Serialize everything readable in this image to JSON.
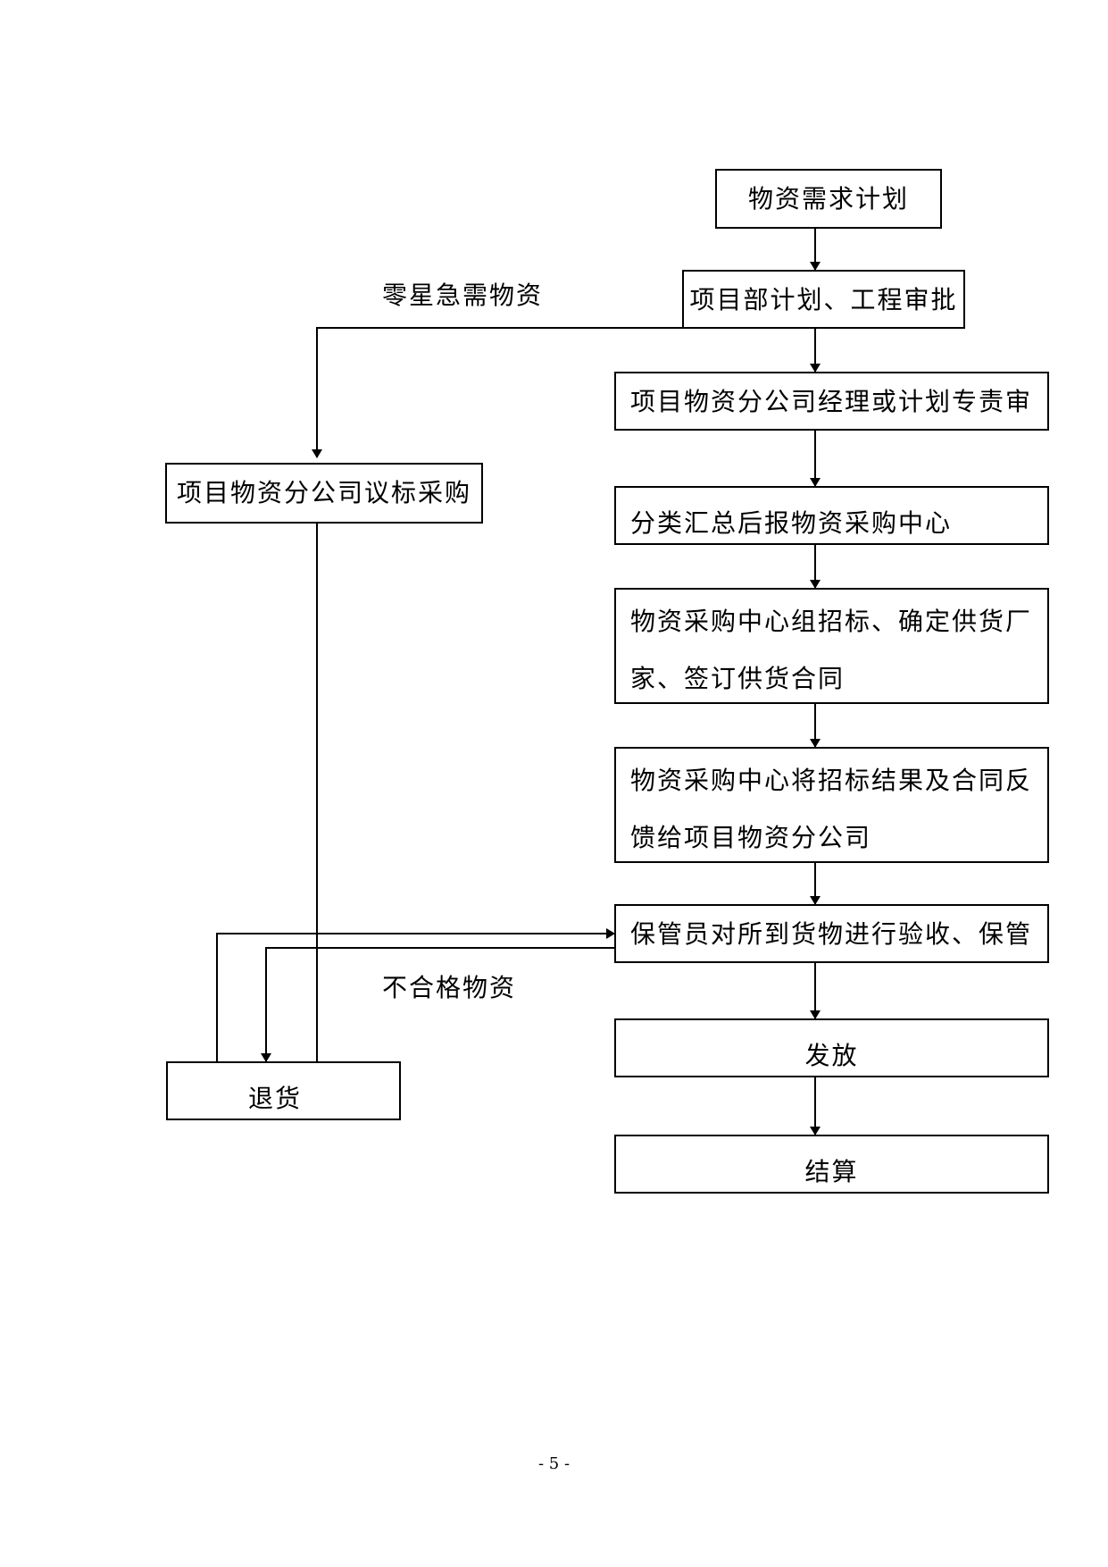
{
  "nodes": {
    "demand_plan": "物资需求计划",
    "project_approval": "项目部计划、工程审批",
    "manager_review": "项目物资分公司经理或计划专责审",
    "summary_report": "分类汇总后报物资采购中心",
    "tender": {
      "line1": "物资采购中心组招标、确定供货厂",
      "line2": "家、签订供货合同"
    },
    "feedback": {
      "line1": "物资采购中心将招标结果及合同反",
      "line2": "馈给项目物资分公司"
    },
    "inspection": "保管员对所到货物进行验收、保管",
    "issue": "发放",
    "settlement": "结算",
    "local_purchase": "项目物资分公司议标采购",
    "return_goods": "退货"
  },
  "labels": {
    "urgent_materials": "零星急需物资",
    "unqualified_materials": "不合格物资"
  },
  "page_number": "- 5 -"
}
